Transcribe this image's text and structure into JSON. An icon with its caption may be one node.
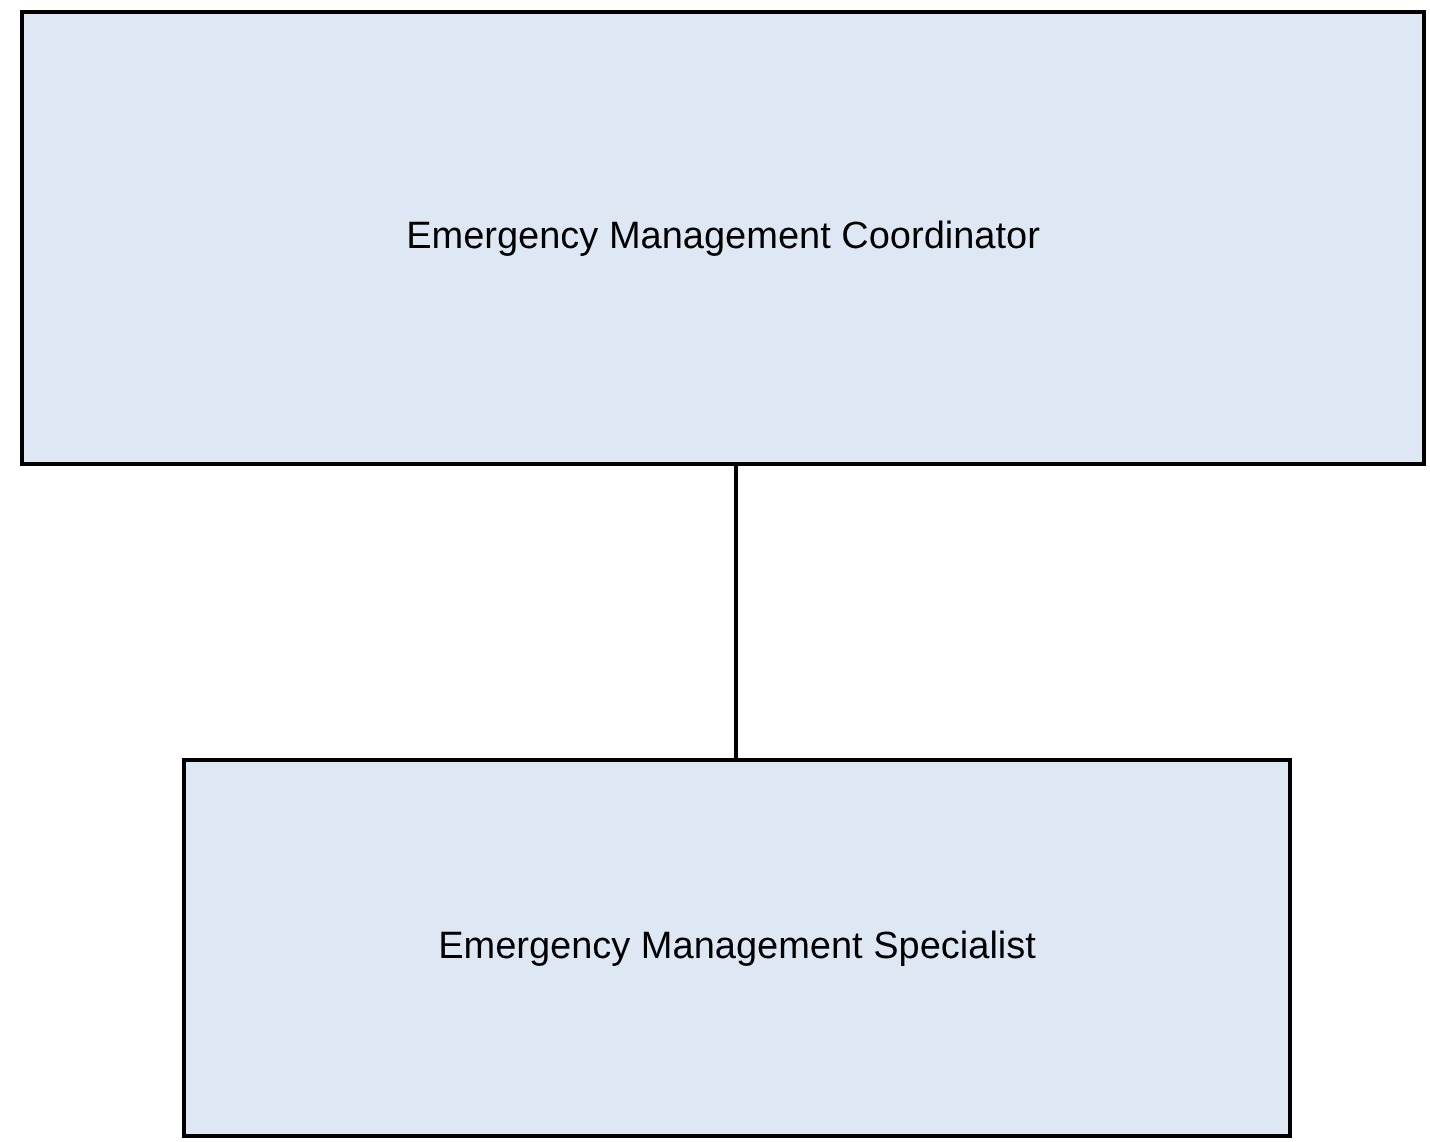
{
  "diagram": {
    "nodes": [
      {
        "text": [
          "Emergency Management Coordinator"
        ]
      },
      {
        "text": [
          "Emergency Management Specialist"
        ]
      }
    ],
    "edges": [
      {
        "from": 0,
        "to": 1,
        "arrow": "none"
      }
    ]
  }
}
